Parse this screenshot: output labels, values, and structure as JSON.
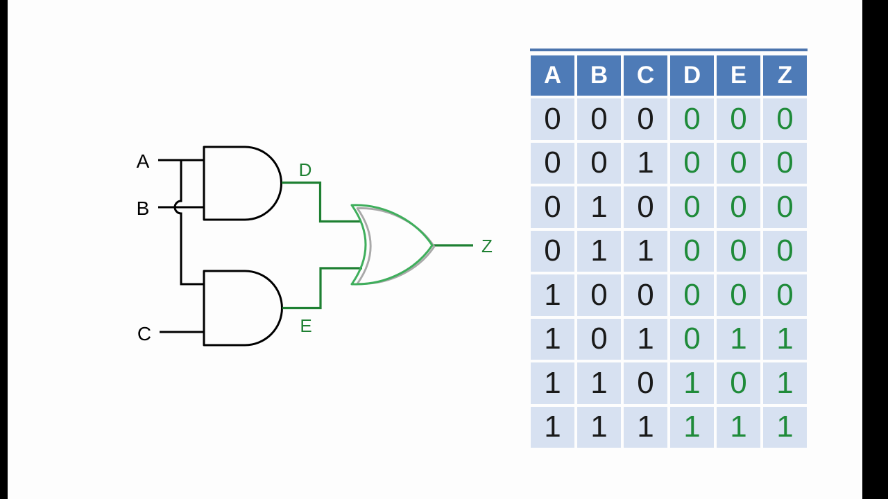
{
  "css_colors": {
    "bg": "#fdfdfd",
    "pillar": "#000000",
    "header-bg": "#4e7bb7",
    "strip": "#4b74ad",
    "row-bg": "#d7e1f1",
    "header-text": "#ffffff",
    "input-text": "#1a1a1a",
    "output-text": "#1f8b3a"
  },
  "circuit": {
    "colors": {
      "wire_black": "#000000",
      "wire_green": "#1e8032",
      "or_gate_green": "#3fae5c",
      "or_gate_shadow": "#a8a8a8"
    },
    "inputs": [
      {
        "label": "A"
      },
      {
        "label": "B"
      },
      {
        "label": "C"
      }
    ],
    "nets": {
      "d_label": "D",
      "e_label": "E",
      "z_label": "Z"
    },
    "gates": [
      {
        "name": "and-gate-top",
        "type": "AND",
        "inputs": [
          "A",
          "B"
        ],
        "output": "D"
      },
      {
        "name": "and-gate-bottom",
        "type": "AND",
        "inputs": [
          "A",
          "C"
        ],
        "output": "E"
      },
      {
        "name": "or-gate",
        "type": "OR",
        "inputs": [
          "D",
          "E"
        ],
        "output": "Z"
      }
    ]
  },
  "truth_table": {
    "headers": [
      "A",
      "B",
      "C",
      "D",
      "E",
      "Z"
    ],
    "input_columns": 3,
    "rows": [
      [
        "0",
        "0",
        "0",
        "0",
        "0",
        "0"
      ],
      [
        "0",
        "0",
        "1",
        "0",
        "0",
        "0"
      ],
      [
        "0",
        "1",
        "0",
        "0",
        "0",
        "0"
      ],
      [
        "0",
        "1",
        "1",
        "0",
        "0",
        "0"
      ],
      [
        "1",
        "0",
        "0",
        "0",
        "0",
        "0"
      ],
      [
        "1",
        "0",
        "1",
        "0",
        "1",
        "1"
      ],
      [
        "1",
        "1",
        "0",
        "1",
        "0",
        "1"
      ],
      [
        "1",
        "1",
        "1",
        "1",
        "1",
        "1"
      ]
    ]
  }
}
